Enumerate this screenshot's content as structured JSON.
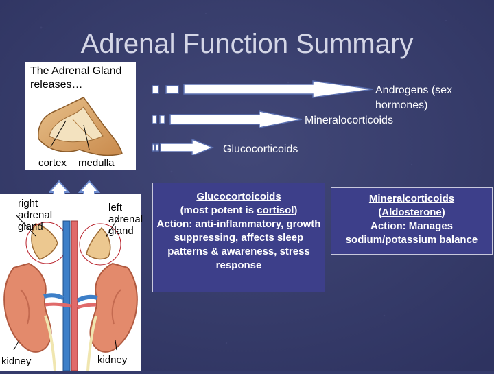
{
  "title": "Adrenal Function Summary",
  "gland_panel": {
    "text": "The Adrenal Gland releases…",
    "label_cortex": "cortex",
    "label_medulla": "medulla"
  },
  "kidney_panel": {
    "label_right": "right adrenal gland",
    "label_left": "left adrenal gland",
    "label_kidney_left": "kidney",
    "label_kidney_right": "kidney"
  },
  "arrows": {
    "androgens": "Androgens (sex hormones)",
    "mineralo": "Mineralocorticoids",
    "gluco": "Glucocorticoids"
  },
  "gluco_box": {
    "heading": "Glucocortoicoids",
    "line1_prefix": "(most potent is ",
    "line1_link": "cortisol",
    "line1_suffix": ")",
    "line2": "Action: anti-inflammatory, growth suppressing, affects sleep patterns & awareness, stress response"
  },
  "mineral_box": {
    "heading": "Mineralcorticoids",
    "line1_prefix": "(",
    "line1_link": "Aldosterone",
    "line1_suffix": ")",
    "line2": "Action: Manages sodium/potassium balance"
  },
  "colors": {
    "background": "#353b6b",
    "box_fill": "#3d3f8a",
    "arrow_fill": "#ffffff",
    "arrow_stroke": "#5a6fb0"
  }
}
